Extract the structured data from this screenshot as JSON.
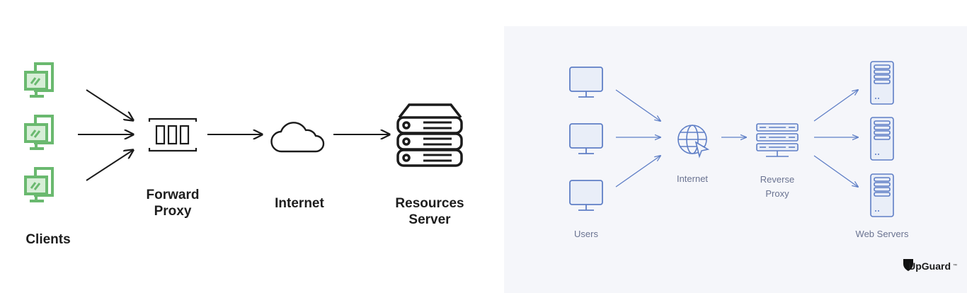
{
  "left_diagram": {
    "labels": {
      "clients": "Clients",
      "forward_proxy_line1": "Forward",
      "forward_proxy_line2": "Proxy",
      "internet": "Internet",
      "resources_server_line1": "Resources",
      "resources_server_line2": "Server"
    },
    "colors": {
      "client_icon": "#6ab96f",
      "line": "#1b1b1b"
    }
  },
  "right_diagram": {
    "labels": {
      "users": "Users",
      "internet": "Internet",
      "reverse_proxy_line1": "Reverse",
      "reverse_proxy_line2": "Proxy",
      "web_servers": "Web Servers"
    },
    "brand": "UpGuard",
    "colors": {
      "icon": "#5f7fc6",
      "label": "#6a7391",
      "background": "#f5f6fa"
    }
  }
}
